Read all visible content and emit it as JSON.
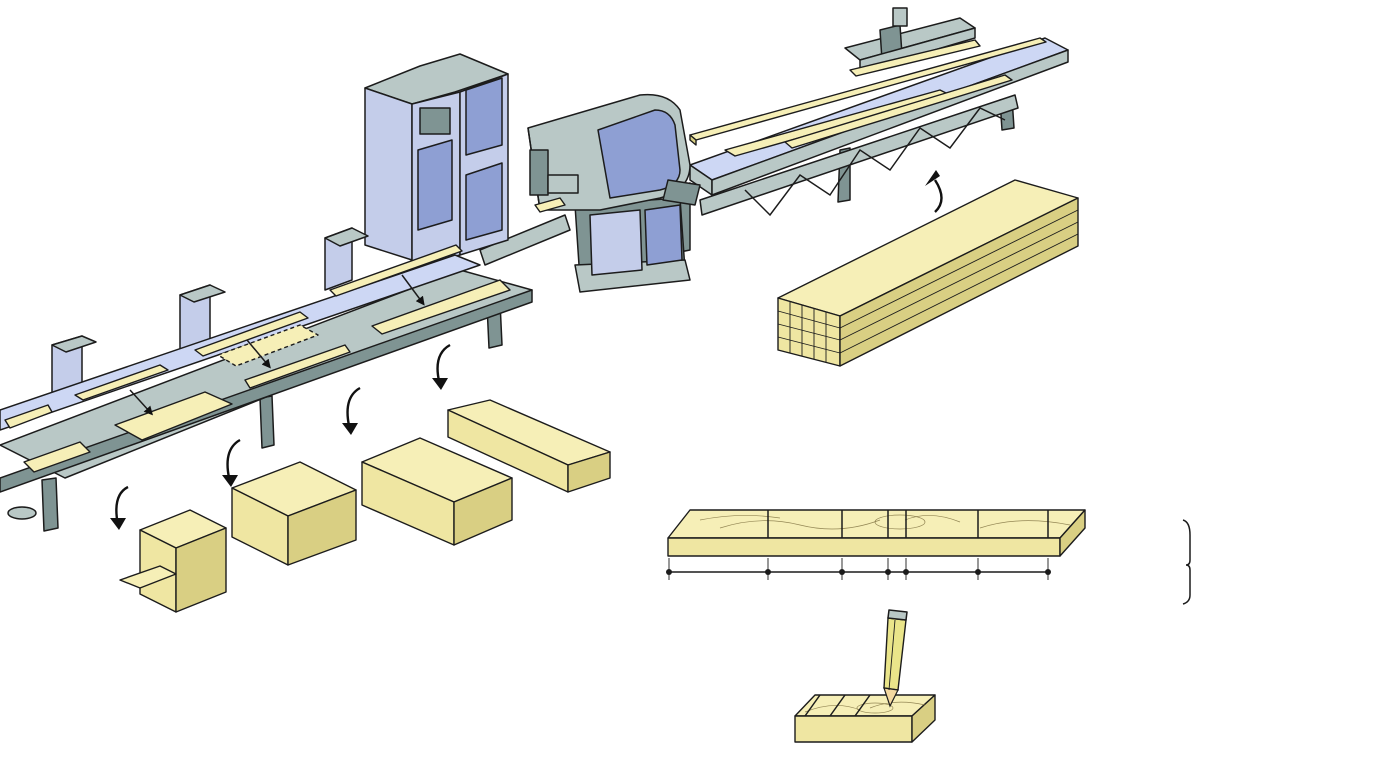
{
  "diagram": {
    "colors": {
      "wood": "#efe6a2",
      "metal": "#b9c8c6",
      "cabinet": "#c4cdea",
      "belt": "#cdd7f4",
      "outline": "#1c1c1c"
    },
    "components": [
      "control-cabinet",
      "cross-cut-saw",
      "infeed-conveyor",
      "sorting-conveyor",
      "raw-lumber-stack",
      "sorted-stacks",
      "marked-board",
      "marking-pencil"
    ],
    "board_cut_marks": 7
  }
}
